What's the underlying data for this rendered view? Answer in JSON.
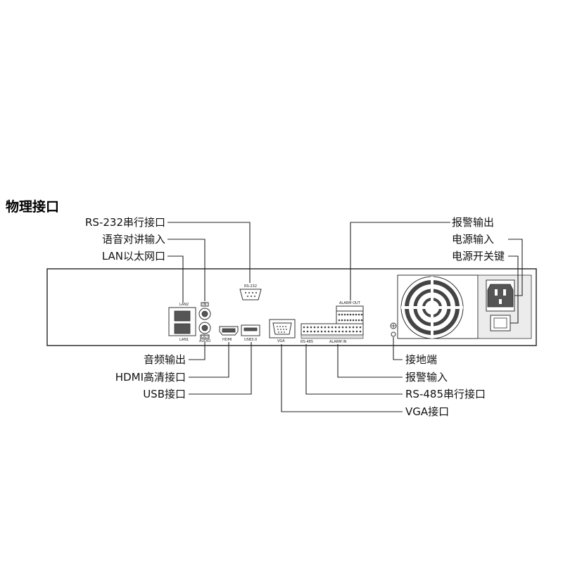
{
  "title": "物理接口",
  "callouts": {
    "rs232": "RS-232串行接口",
    "voice_in": "语音对讲输入",
    "lan": "LAN以太网口",
    "alarm_out": "报警输出",
    "power_in": "电源输入",
    "power_switch": "电源开关键",
    "audio_out": "音频输出",
    "hdmi": "HDMI高清接口",
    "usb": "USB接口",
    "ground": "接地端",
    "alarm_in": "报警输入",
    "rs485": "RS-485串行接口",
    "vga": "VGA接口"
  },
  "panel_labels": {
    "lan2": "LAN2",
    "lan1": "LAN1",
    "in": "IN",
    "out": "OUT",
    "audio": "AUDIO",
    "rs232": "RS-232",
    "hdmi": "HDMI",
    "usb": "USB3.0",
    "vga": "VGA",
    "rs485": "RS-485",
    "alarm_out": "ALARM OUT",
    "alarm_in": "ALARM IN"
  }
}
